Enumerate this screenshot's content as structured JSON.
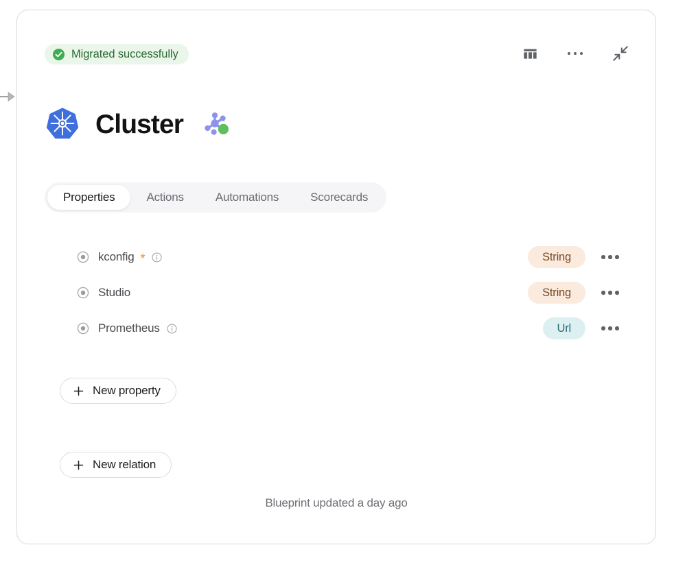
{
  "canvas": {
    "pointer_icon": "arrow-pointer-icon",
    "background": "dot-grid"
  },
  "card": {
    "status": {
      "icon": "check-circle-icon",
      "label": "Migrated successfully",
      "bg_color": "#eaf6ea",
      "text_color": "#2c6b33"
    },
    "topbar_actions": [
      {
        "name": "table-view-icon",
        "label": ""
      },
      {
        "name": "more-options-icon",
        "label": ""
      },
      {
        "name": "collapse-icon",
        "label": ""
      }
    ],
    "title": {
      "logo_icon": "kubernetes-logo-icon",
      "text": "Cluster",
      "badge_icon": "node-graph-icon"
    },
    "tabs": [
      {
        "label": "Properties",
        "active": true
      },
      {
        "label": "Actions",
        "active": false
      },
      {
        "label": "Automations",
        "active": false
      },
      {
        "label": "Scorecards",
        "active": false
      }
    ],
    "properties": [
      {
        "icon": "radio-dot-icon",
        "name": "kconfig",
        "required": true,
        "required_marker": "*",
        "has_info": true,
        "type": "String",
        "type_style": "string",
        "menu_icon": "row-more-options-icon"
      },
      {
        "icon": "radio-dot-icon",
        "name": "Studio",
        "required": false,
        "required_marker": "",
        "has_info": false,
        "type": "String",
        "type_style": "string",
        "menu_icon": "row-more-options-icon"
      },
      {
        "icon": "radio-dot-icon",
        "name": "Prometheus",
        "required": false,
        "required_marker": "",
        "has_info": true,
        "type": "Url",
        "type_style": "url",
        "menu_icon": "row-more-options-icon"
      }
    ],
    "buttons": {
      "new_property": {
        "icon": "plus-icon",
        "label": "New property"
      },
      "new_relation": {
        "icon": "plus-icon",
        "label": "New relation"
      }
    },
    "footer": {
      "text": "Blueprint updated a day ago"
    }
  },
  "colors": {
    "accent_green": "#3fae52",
    "required_orange": "#e58a2e",
    "badge_string_bg": "#fbeade",
    "badge_string_fg": "#7a4a22",
    "badge_url_bg": "#dcf0f2",
    "badge_url_fg": "#2d6a72",
    "kubernetes_blue": "#3f6fdc",
    "node_purple": "#8b93ee",
    "node_green": "#5fbf5f"
  }
}
